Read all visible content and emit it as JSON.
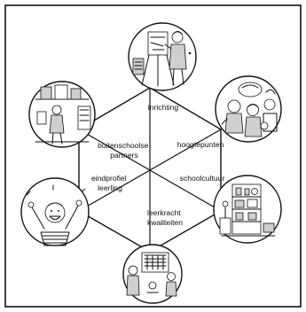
{
  "diagram": {
    "segments": [
      {
        "id": "top",
        "lines": [
          "inrichting"
        ],
        "icon": "person-drawing-at-easel-icon"
      },
      {
        "id": "upper-right",
        "lines": [
          "hoogtepunten"
        ],
        "icon": "group-celebrating-icon"
      },
      {
        "id": "lower-right",
        "lines": [
          "schoolcultuur"
        ],
        "icon": "cupboard-with-objects-icon"
      },
      {
        "id": "bottom",
        "lines": [
          "leerkracht",
          "kwaliteiten"
        ],
        "icon": "teacher-at-board-icon"
      },
      {
        "id": "lower-left",
        "lines": [
          "eindprofiel",
          "leerling"
        ],
        "icon": "cheering-child-icon"
      },
      {
        "id": "upper-left",
        "lines": [
          "buitenschoolse",
          "partners"
        ],
        "icon": "visitor-in-gallery-icon"
      }
    ]
  }
}
